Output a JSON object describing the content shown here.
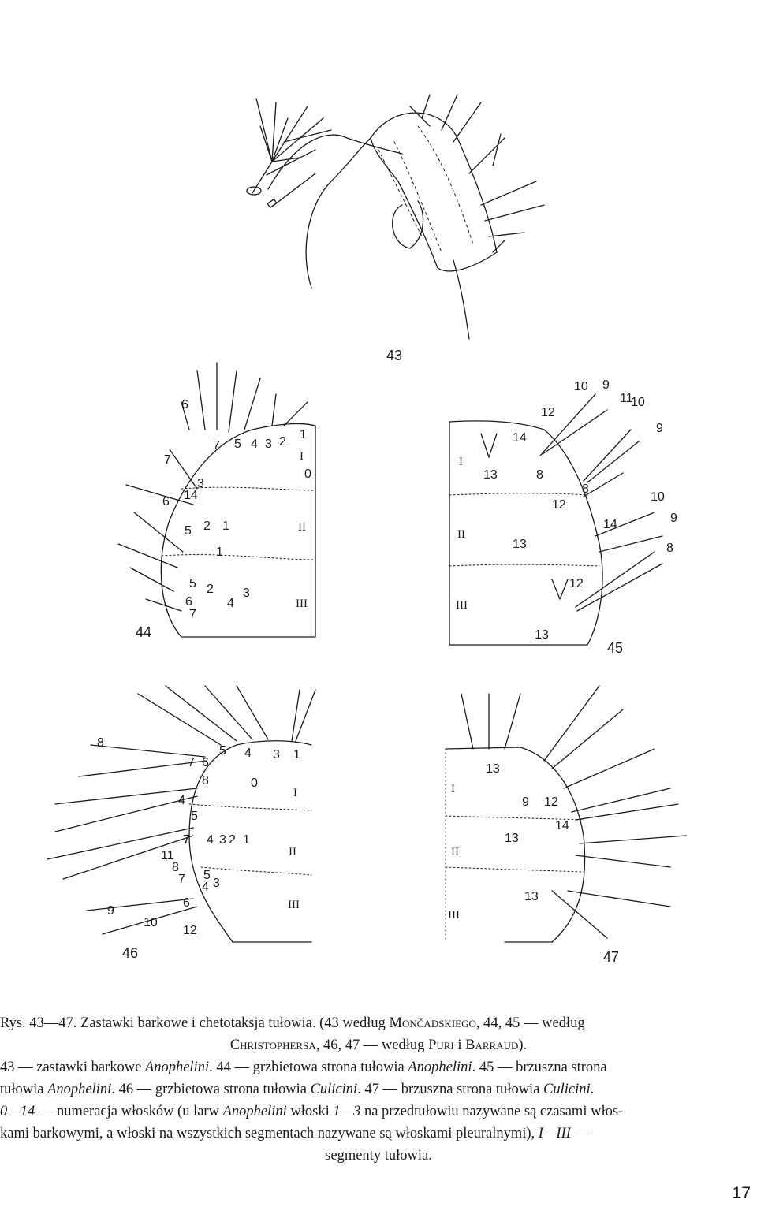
{
  "figures": {
    "fig43": {
      "number": "43"
    },
    "fig44": {
      "number": "44",
      "setae_labels": [
        "6",
        "7",
        "5",
        "4",
        "3",
        "2",
        "1",
        "0",
        "7",
        "14",
        "3",
        "6",
        "5",
        "2",
        "1",
        "1",
        "5",
        "2",
        "3",
        "4",
        "6",
        "7"
      ],
      "segments": [
        "I",
        "II",
        "III"
      ]
    },
    "fig45": {
      "number": "45",
      "setae_labels": [
        "10",
        "9",
        "11",
        "10",
        "9",
        "12",
        "14",
        "13",
        "8",
        "8",
        "12",
        "10",
        "9",
        "13",
        "14",
        "8",
        "12",
        "13"
      ],
      "segments": [
        "I",
        "II",
        "III"
      ]
    },
    "fig46": {
      "number": "46",
      "setae_labels": [
        "8",
        "7",
        "6",
        "5",
        "4",
        "3",
        "1",
        "8",
        "0",
        "4",
        "5",
        "7",
        "4",
        "3",
        "2",
        "1",
        "11",
        "8",
        "5",
        "3",
        "7",
        "4",
        "6",
        "9",
        "10",
        "12"
      ],
      "segments": [
        "I",
        "II",
        "III"
      ]
    },
    "fig47": {
      "number": "47",
      "setae_labels": [
        "13",
        "9",
        "12",
        "14",
        "13",
        "13"
      ],
      "segments": [
        "I",
        "II",
        "III"
      ]
    }
  },
  "caption": {
    "l1_a": "Rys. 43—47. Zastawki barkowe i chetotaksja tułowia. (43 według ",
    "l1_b": "Mončadskiego",
    "l1_c": ", 44, 45 — według",
    "l2_a": "Christophersa",
    "l2_b": ", 46, 47 — według ",
    "l2_c": "Puri",
    "l2_d": " i ",
    "l2_e": "Barraud",
    "l2_f": ").",
    "l3_a": "43 — zastawki barkowe ",
    "l3_b": "Anophelini",
    "l3_c": ". 44 — grzbietowa strona tułowia ",
    "l3_d": "Anophelini",
    "l3_e": ". 45 — brzuszna strona",
    "l4_a": "tułowia ",
    "l4_b": "Anophelini",
    "l4_c": ". 46 — grzbietowa strona tułowia ",
    "l4_d": "Culicini",
    "l4_e": ". 47 — brzuszna strona tułowia ",
    "l4_f": "Culicini",
    "l4_g": ".",
    "l5_a": "0—14",
    "l5_b": " — numeracja włosków (u larw ",
    "l5_c": "Anophelini",
    "l5_d": " włoski ",
    "l5_e": "1—3",
    "l5_f": " na przedtułowiu nazywane są czasami włos-",
    "l6_a": "kami barkowymi, a włoski na wszystkich segmentach nazywane są włoskami pleuralnymi), ",
    "l6_b": "I—III",
    "l6_c": " —",
    "l7": "segmenty tułowia."
  },
  "page_number": "17"
}
